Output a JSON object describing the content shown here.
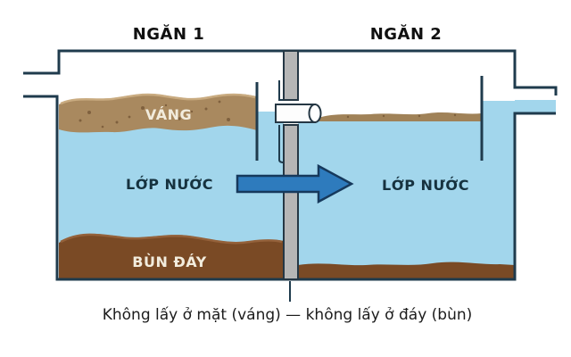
{
  "diagram_title": "Septic tank two-compartment schematic",
  "compartments": [
    {
      "title": "NGĂN 1",
      "layers": {
        "scum": "VÁNG",
        "water": "LỚP NƯỚC",
        "sludge": "BÙN ĐÁY"
      }
    },
    {
      "title": "NGĂN 2",
      "layers": {
        "water": "LỚP NƯỚC"
      }
    }
  ],
  "caption": "Không lấy ở mặt (váng) — không lấy ở đáy (bùn)",
  "colors": {
    "water": "#a2d6ec",
    "scum": "#a9895f",
    "scum_thin": "#a08258",
    "sludge": "#7a4a25",
    "arrow": "#2e7bbd",
    "outline": "#1f3b4d",
    "pipe_gray": "#b6b6b6",
    "pipe_white": "#fdfdfd"
  }
}
